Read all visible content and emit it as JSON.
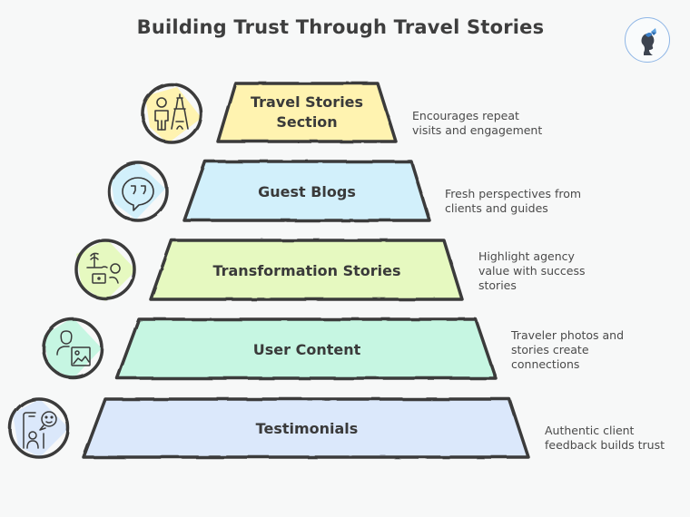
{
  "title": "Building Trust Through Travel Stories",
  "logo_icon": "woman-silhouette-butterfly-icon",
  "tiers": [
    {
      "label": "Travel Stories Section",
      "label_lines": [
        "Travel Stories",
        "Section"
      ],
      "description": "Encourages repeat\nvisits and engagement",
      "icon": "traveler-eiffel-tower-icon",
      "color": "#fff3b0"
    },
    {
      "label": "Guest Blogs",
      "description": "Fresh perspectives from\nclients and guides",
      "icon": "quote-speech-bubble-icon",
      "color": "#d2f0fb"
    },
    {
      "label": "Transformation Stories",
      "description": "Highlight agency\nvalue with success\nstories",
      "icon": "beach-laptop-icon",
      "color": "#e6f9c0"
    },
    {
      "label": "User Content",
      "description": "Traveler photos and\nstories create\nconnections",
      "icon": "user-photo-icon",
      "color": "#c6f6e2"
    },
    {
      "label": "Testimonials",
      "description": "Authentic client\nfeedback builds trust",
      "icon": "phone-chat-person-icon",
      "color": "#dbe8fb"
    }
  ]
}
